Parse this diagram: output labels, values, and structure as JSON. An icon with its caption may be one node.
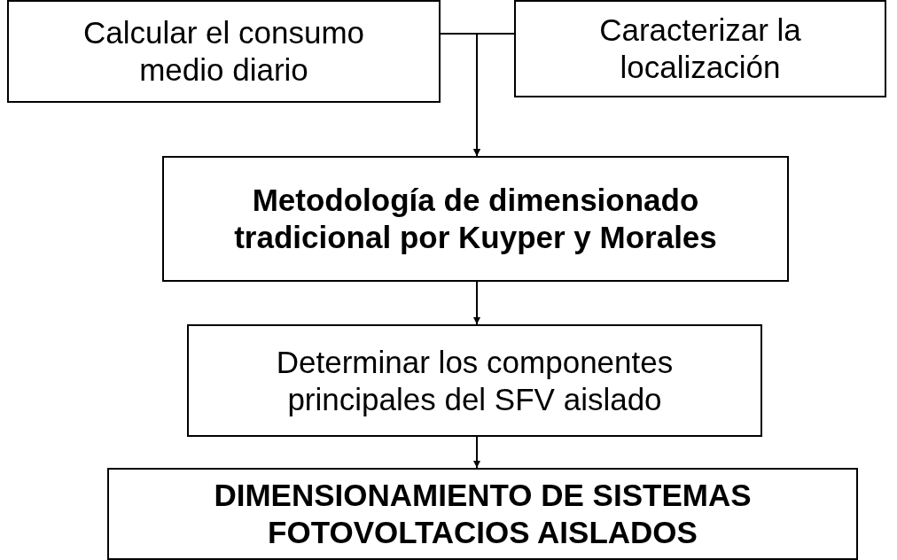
{
  "diagram": {
    "nodes": [
      {
        "text": [
          "Calcular el consumo medio diario"
        ]
      },
      {
        "text": [
          "Caracterizar la localización"
        ]
      },
      {
        "text": [
          "Metodología de dimensionado tradicional por Kuyper y Morales"
        ]
      },
      {
        "text": [
          "Determinar los componentes principales del SFV aislado"
        ]
      },
      {
        "text": [
          "DIMENSIONAMIENTO DE SISTEMAS FOTOVOLTACIOS AISLADOS"
        ]
      }
    ],
    "edges": [
      {
        "from": 0,
        "to": 2,
        "arrow": "to"
      },
      {
        "from": 1,
        "to": 2,
        "arrow": "to"
      },
      {
        "from": 2,
        "to": 3,
        "arrow": "to"
      },
      {
        "from": 3,
        "to": 4,
        "arrow": "to"
      }
    ]
  }
}
